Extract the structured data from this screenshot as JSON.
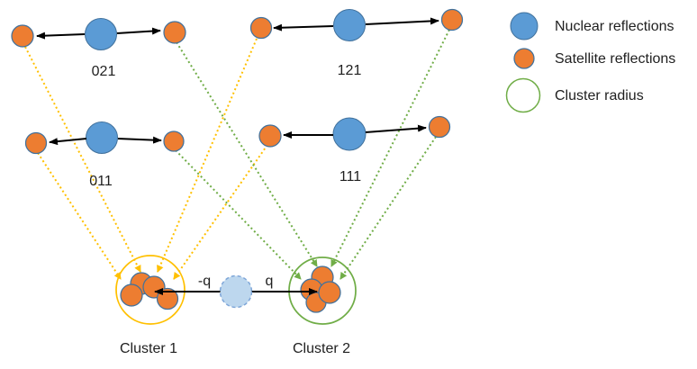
{
  "diagram": {
    "groups": [
      {
        "label": "021"
      },
      {
        "label": "121"
      },
      {
        "label": "011"
      },
      {
        "label": "111"
      }
    ],
    "clusters": [
      {
        "label": "Cluster 1"
      },
      {
        "label": "Cluster 2"
      }
    ],
    "q_minus": "-q",
    "q_plus": "q"
  },
  "legend": {
    "items": [
      {
        "marker": "nuclear-circle-icon",
        "label": "Nuclear reflections"
      },
      {
        "marker": "satellite-circle-icon",
        "label": "Satellite reflections"
      },
      {
        "marker": "cluster-radius-circle-icon",
        "label": "Cluster radius"
      }
    ]
  },
  "colors": {
    "nuclear_blue": "#5B9BD5",
    "satellite_orange": "#ED7D31",
    "circle_border": "#41719C",
    "cluster1_yellow": "#FFC000",
    "cluster2_green": "#70AD47",
    "modulation_fill": "#BDD7EE",
    "modulation_border": "#7EA6D8",
    "arrow_black": "#000000"
  }
}
